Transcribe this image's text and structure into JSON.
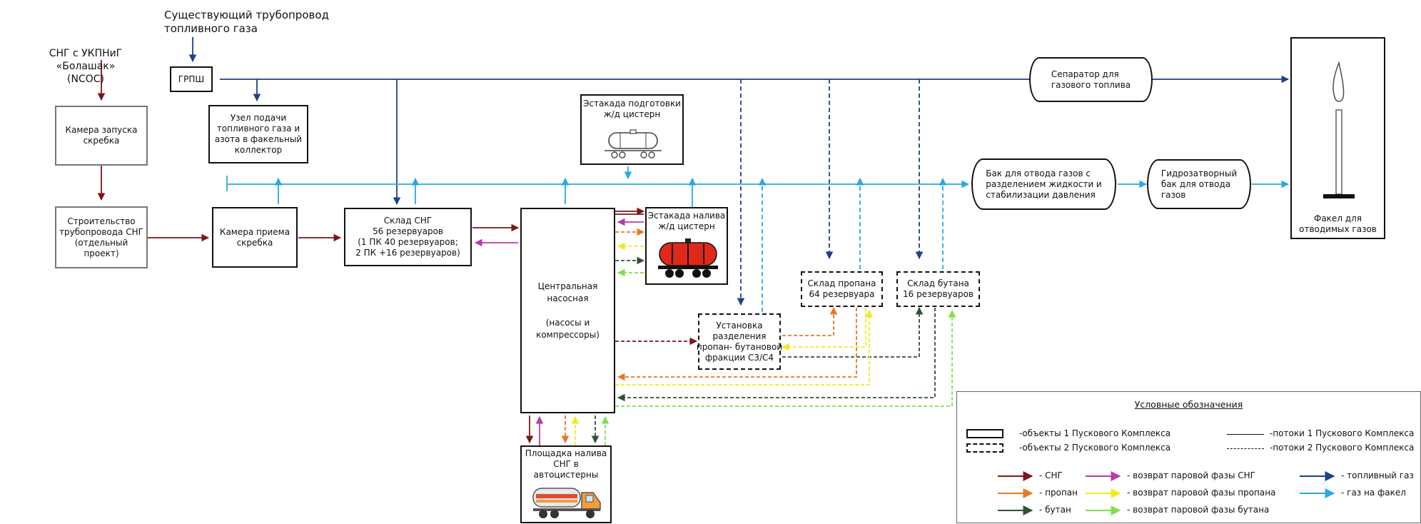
{
  "labels": {
    "existing_pipeline": "Существующий трубопровод\nтопливного газа",
    "source": "СНГ с УКПНиГ\n«Болашак»\n(NCOC)"
  },
  "boxes": {
    "grpsh": "ГРПШ",
    "launch_chamber": "Камера запуска\nскребка",
    "pipeline_construction": "Строительство\nтрубопровода СНГ\n(отдельный\nпроект)",
    "fuel_node": "Узел подачи\nтопливного газа и\nазота в факельный\nколлектор",
    "receive_chamber": "Камера приема\nскребка",
    "lpg_storage": "Склад СНГ\n56 резервуаров\n(1 ПК 40 резервуаров;\n2 ПК +16 резервуаров)",
    "central_pump": "Центральная\nнасосная\n\n(насосы и\nкомпрессоры)",
    "rail_prep": "Эстакада подготовки\nж/д цистерн",
    "rail_loading": "Эстакада налива\nж/д цистерн",
    "truck_loading": "Площадка налива\nСНГ в\nавтоцистерны",
    "separation_unit": "Установка\nразделения\nпропан- бутановой\nфракции С3/С4",
    "propane_storage": "Склад пропана\n64 резервуара",
    "butane_storage": "Склад бутана\n16 резервуаров",
    "fuel_separator": "Сепаратор для\nгазового топлива",
    "gas_drain_tank": "Бак для отвода газов с\nразделением жидкости и\nстабилизации давления",
    "hydro_seal_tank": "Гидрозатворный\nбак для отвода\nгазов",
    "flare": "Факел для\nотводимых газов"
  },
  "legend": {
    "title": "Условные обозначения",
    "box_solid": "-объекты 1 Пускового Комплекса",
    "box_dashed": "-объекты 2 Пускового Комплекса",
    "line_solid": "-потоки 1 Пускового Комплекса",
    "line_dashed": "-потоки 2 Пускового Комплекса",
    "flows": [
      {
        "label": "- СНГ",
        "color": "#7f1416"
      },
      {
        "label": "- пропан",
        "color": "#e87722"
      },
      {
        "label": "- бутан",
        "color": "#2e5234"
      },
      {
        "label": "- возврат паровой фазы СНГ",
        "color": "#b83aa3"
      },
      {
        "label": "- возврат паровой фазы пропана",
        "color": "#f2ea1c"
      },
      {
        "label": "- возврат паровой фазы бутана",
        "color": "#7ee04a"
      },
      {
        "label": "- топливный газ",
        "color": "#1f3f8f"
      },
      {
        "label": "- газ на факел",
        "color": "#29a9e0"
      }
    ]
  }
}
